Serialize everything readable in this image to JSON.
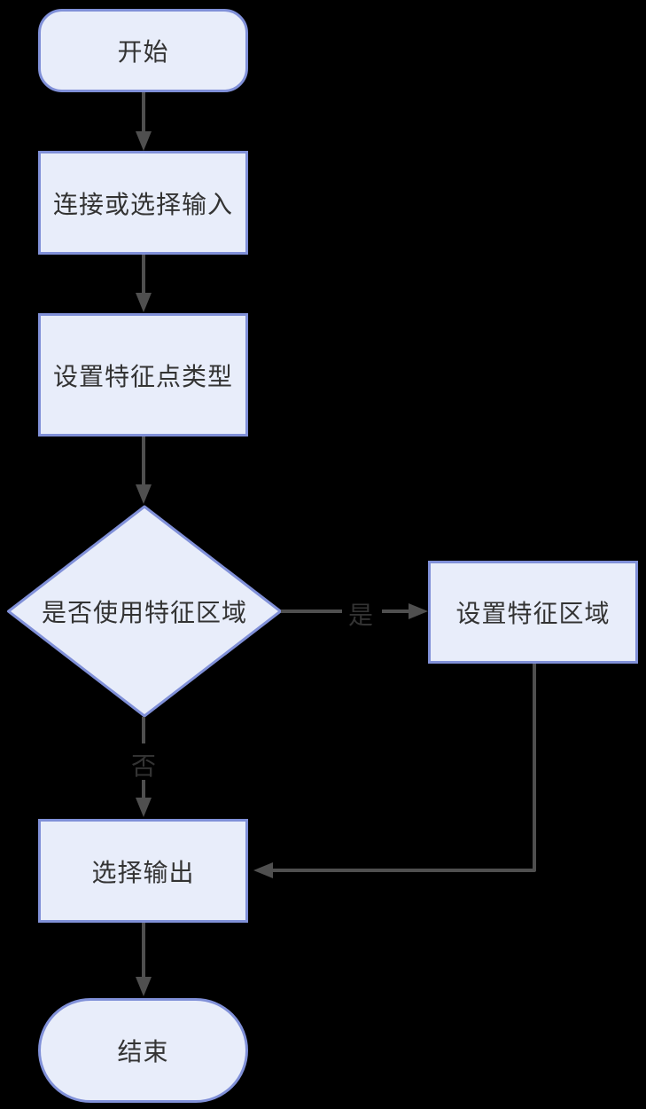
{
  "diagram": {
    "background_color": "#000000",
    "node_fill_color": "#e8edfa",
    "node_border_color": "#8090d8",
    "connector_color": "#4f4f4f",
    "text_color": "#333333",
    "nodes": {
      "start": "开始",
      "connect_input": "连接或选择输入",
      "set_feature_point_type": "设置特征点类型",
      "use_feature_region": "是否使用特征区域",
      "set_feature_region": "设置特征区域",
      "select_output": "选择输出",
      "end": "结束"
    },
    "edge_labels": {
      "yes": "是",
      "no": "否"
    },
    "edges": [
      {
        "from": "start",
        "to": "connect_input",
        "label": ""
      },
      {
        "from": "connect_input",
        "to": "set_feature_point_type",
        "label": ""
      },
      {
        "from": "set_feature_point_type",
        "to": "use_feature_region",
        "label": ""
      },
      {
        "from": "use_feature_region",
        "to": "set_feature_region",
        "label": "是"
      },
      {
        "from": "use_feature_region",
        "to": "select_output",
        "label": "否"
      },
      {
        "from": "set_feature_region",
        "to": "select_output",
        "label": ""
      },
      {
        "from": "select_output",
        "to": "end",
        "label": ""
      }
    ]
  }
}
